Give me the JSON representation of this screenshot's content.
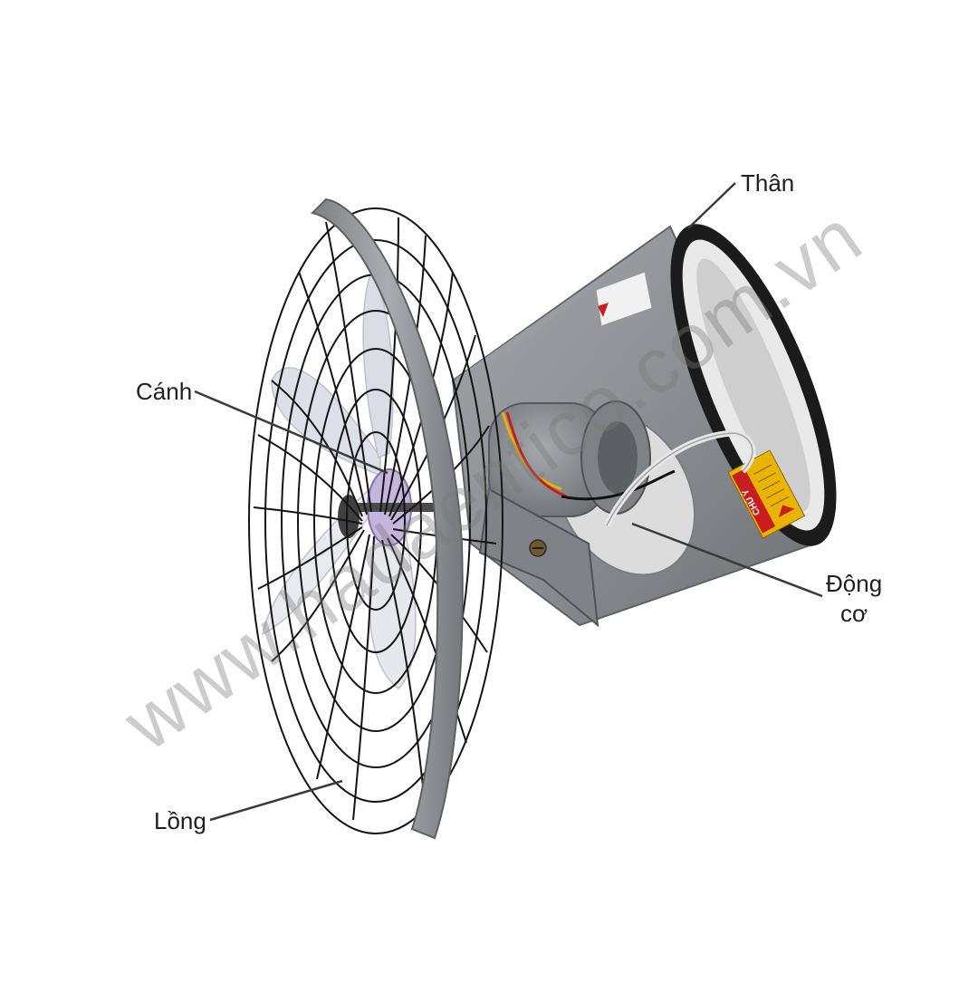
{
  "labels": {
    "body": "Thân",
    "blade": "Cánh",
    "motor_line1": "Động",
    "motor_line2": "cơ",
    "cage": "Lồng"
  },
  "watermark": "www.hadaentico.com.vn",
  "colors": {
    "fan_gray": "#8c8f93",
    "cage_wire": "#141414",
    "leader_line": "#3a3a3a",
    "warning_label": "#e8b400",
    "warning_red": "#c81e1e"
  },
  "warning_sticker": {
    "text": "CHÚ Ý"
  }
}
